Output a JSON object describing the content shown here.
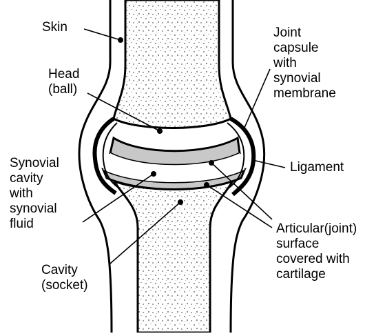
{
  "labels": {
    "skin": "Skin",
    "head": "Head\n(ball)",
    "joint_capsule": "Joint\ncapsule\nwith\nsynovial\nmembrane",
    "synovial_cavity": "Synovial\ncavity\nwith\nsynovial\nfluid",
    "ligament": "Ligament",
    "articular_surface": "Articular(joint)\nsurface\ncovered with\ncartilage",
    "cavity_socket": "Cavity\n(socket)"
  },
  "colors": {
    "line": "#000000",
    "cartilage": "#c8c8c8",
    "speckle": "#9a9a9a",
    "background": "#ffffff"
  }
}
